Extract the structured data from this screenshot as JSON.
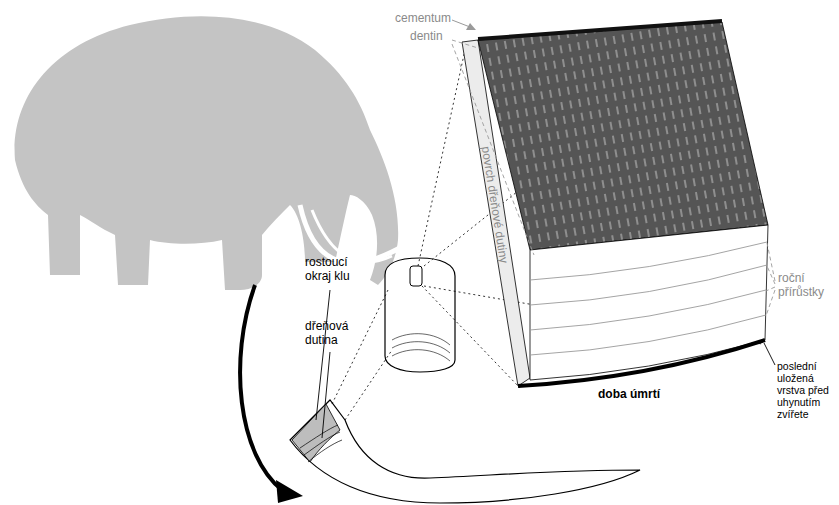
{
  "diagram": {
    "labels": [
      "cementum",
      "dentin",
      "povrch dřeňové dutiny",
      "roční přírůstky",
      "poslední uložená vrstva před uhynutím zvířete",
      "doba úmrtí",
      "rostoucí okraj klu",
      "dřeňová dutina"
    ]
  }
}
